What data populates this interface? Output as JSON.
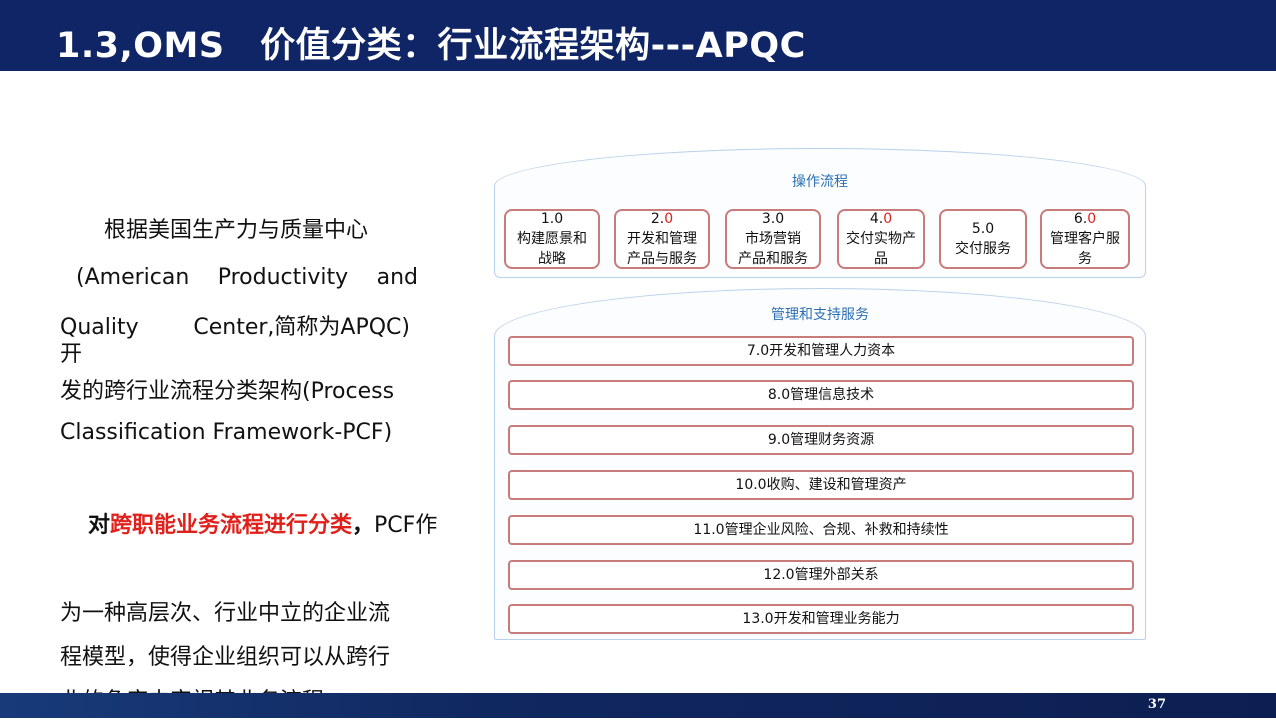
{
  "title": "1.3,OMS　价值分类：行业流程架构---APQC",
  "page_number": "37",
  "body": {
    "line1": "　　根据美国生产力与质量中心",
    "line2_words": [
      "(American",
      "Productivity",
      "and"
    ],
    "line3_words": [
      "Quality",
      "Center,简称为APQC)"
    ],
    "line4": "开",
    "line5": "发的跨行业流程分类架构(Process",
    "line6": "Classification Framework-PCF)",
    "line7_prefix": "对",
    "line7_red": "跨职能业务流程进行分类",
    "line7_sep": "，",
    "line7_rest": "PCF作",
    "line8": "为一种高层次、行业中立的企业流",
    "line9": "程模型，使得企业组织可以从跨行",
    "line10": "业的角度去审视其业务流程。"
  },
  "diagram": {
    "operations_label": "操作流程",
    "support_label": "管理和支持服务",
    "operations": [
      {
        "num_main": "1.",
        "num_tail": "0",
        "tail_red": false,
        "line1": "构建愿景和",
        "line2": "战略"
      },
      {
        "num_main": "2.",
        "num_tail": "0",
        "tail_red": true,
        "line1": "开发和管理",
        "line2": "产品与服务"
      },
      {
        "num_main": "3.",
        "num_tail": "0",
        "tail_red": false,
        "line1": "市场营销",
        "line2": "产品和服务"
      },
      {
        "num_main": "4.",
        "num_tail": "0",
        "tail_red": true,
        "line1": "交付实物产",
        "line2": "品"
      },
      {
        "num_main": "5.",
        "num_tail": "0",
        "tail_red": false,
        "line1": "交付服务",
        "line2": ""
      },
      {
        "num_main": "6.",
        "num_tail": "0",
        "tail_red": true,
        "line1": "管理客户服",
        "line2": "务"
      }
    ],
    "support": [
      "7.0开发和管理人力资本",
      "8.0管理信息技术",
      "9.0管理财务资源",
      "10.0收购、建设和管理资产",
      "11.0管理企业风险、合规、补救和持续性",
      "12.0管理外部关系",
      "13.0开发和管理业务能力"
    ]
  },
  "colors": {
    "header_bg": "#102565",
    "accent_red": "#e0201b",
    "box_border": "#c77b7b",
    "dome_label": "#2c6fb2"
  }
}
